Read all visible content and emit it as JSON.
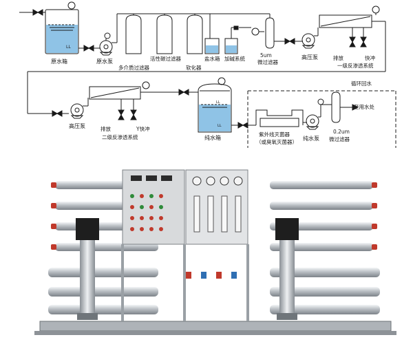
{
  "labels": {
    "raw_tank": "原水箱",
    "raw_pump": "原水泵",
    "carbon_filter": "活性碳过滤器",
    "multi_media_filter": "多介质过滤器",
    "softener": "软化器",
    "brine_tank": "盐水箱",
    "dosing": "加碱系统",
    "micro_filter_size": "5um",
    "micro_filter": "微过滤器",
    "hp_pump_1": "高压泵",
    "drain_1": "排放",
    "flush_1": "快冲",
    "ro_stage_1": "一级反渗透系统",
    "recirc": "循环回水",
    "hp_pump_2": "高压泵",
    "drain_2": "排放",
    "flush_2": "Y快冲",
    "ro_stage_2": "二级反渗透系统",
    "pure_tank": "纯水箱",
    "uv_sterilizer": "紫外线灭菌器",
    "ozone_sterilizer": "（或臭氧灭菌器）",
    "pure_pump": "纯水泵",
    "fine_filter_size": "0.2um",
    "fine_filter": "微过滤器",
    "to_use": "至用水处",
    "level_mark": "LL"
  },
  "colors": {
    "line": "#1a1a1a",
    "water": "#8fc3e6",
    "steel": "#c9cdd1",
    "panel": "#d8dadc"
  }
}
